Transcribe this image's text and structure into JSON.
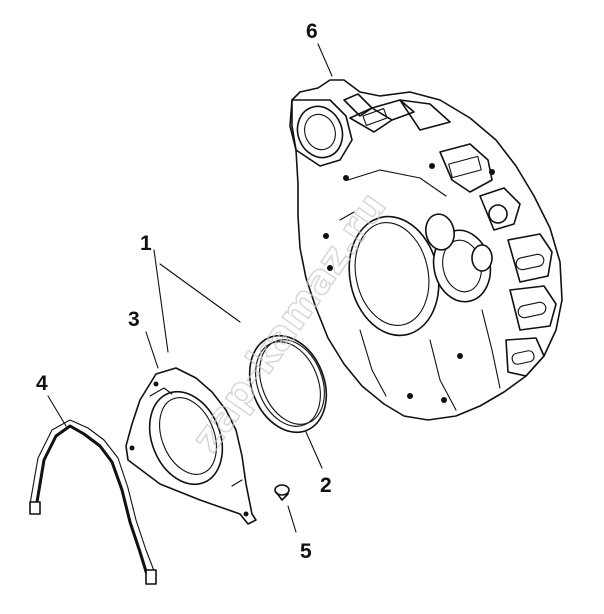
{
  "callouts": {
    "c1": "1",
    "c2": "2",
    "c3": "3",
    "c4": "4",
    "c5": "5",
    "c6": "6"
  },
  "watermark": "zap-kamaz.ru",
  "colors": {
    "line": "#111111",
    "background": "#ffffff",
    "watermark": "#c8c8c8"
  }
}
